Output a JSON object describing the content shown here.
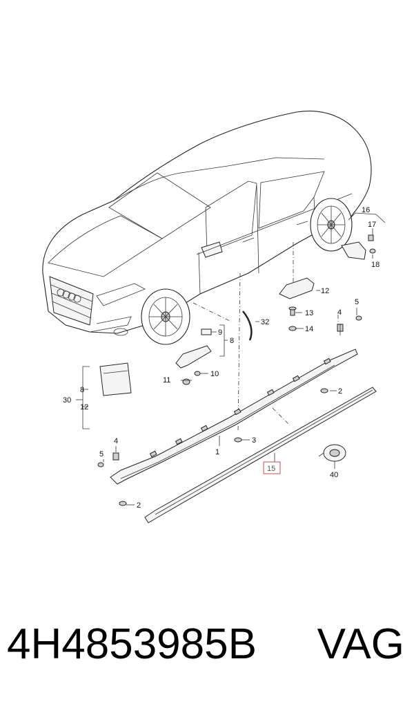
{
  "callouts": {
    "c1": "1",
    "c2a": "2",
    "c2b": "2",
    "c3": "3",
    "c4a": "4",
    "c4b": "4",
    "c5a": "5",
    "c5b": "5",
    "c8a": "8",
    "c8b": "8",
    "c9": "9",
    "c10": "10",
    "c11": "11",
    "c12a": "12",
    "c12b": "12",
    "c13": "13",
    "c14": "14",
    "c15": "15",
    "c16": "16",
    "c17": "17",
    "c18": "18",
    "c30": "30",
    "c32": "32",
    "c40": "40"
  },
  "footer": {
    "part_number": "4H4853985B",
    "brand": "VAG"
  },
  "colors": {
    "highlight": "#d9414f",
    "ink": "#222222"
  }
}
